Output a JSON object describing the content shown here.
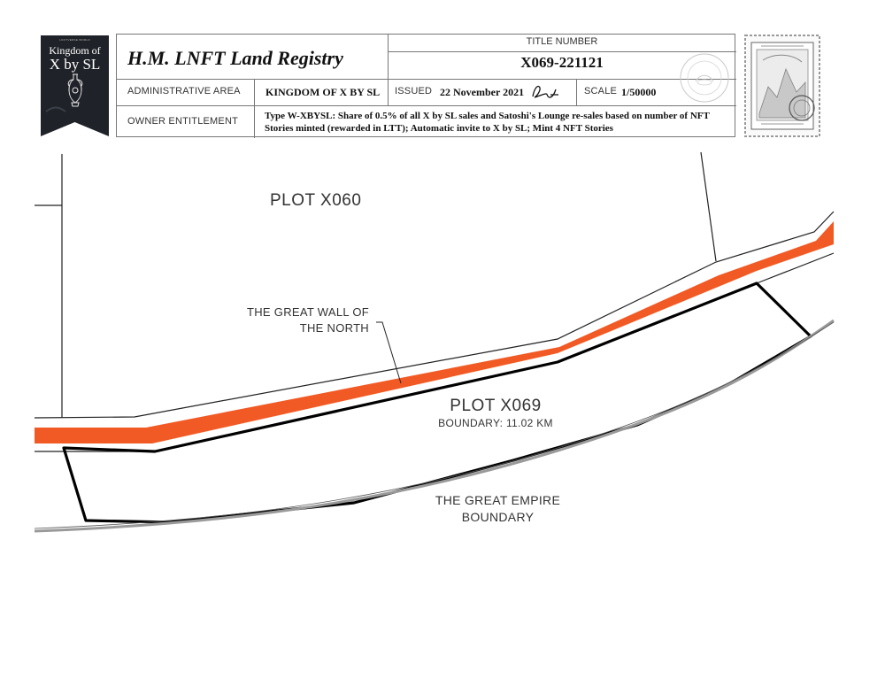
{
  "badge": {
    "small_text": "LOOTVERSE WORLD",
    "title_line1": "Kingdom of",
    "title_line2": "X by SL",
    "icon": "amphora-icon"
  },
  "header": {
    "registry_title": "H.M. LNFT Land Registry",
    "title_number_label": "TITLE NUMBER",
    "title_number": "X069-221121",
    "admin_area_label": "ADMINISTRATIVE AREA",
    "admin_area_value": "KINGDOM OF X BY SL",
    "issued_label": "ISSUED",
    "issued_value": "22 November 2021",
    "signature_icon": "signature-icon",
    "scale_label": "SCALE",
    "scale_value": "1/50000",
    "owner_label": "OWNER ENTITLEMENT",
    "owner_value": "Type W-XBYSL: Share of 0.5% of all X by SL sales and Satoshi's Lounge re-sales based on number of NFT Stories minted (rewarded in LTT); Automatic invite to X by SL; Mint 4 NFT Stories"
  },
  "stamp": {
    "icon": "postage-stamp-icon",
    "seal_icon": "registry-seal-icon"
  },
  "map": {
    "plot_north": "PLOT X060",
    "wall_line1": "THE GREAT WALL OF",
    "wall_line2": "THE NORTH",
    "plot_main": "PLOT X069",
    "boundary": "BOUNDARY: 11.02 KM",
    "empire_line1": "THE GREAT EMPIRE",
    "empire_line2": "BOUNDARY",
    "colors": {
      "wall": "#f15a24",
      "plot_outline": "#000000",
      "empire_shadow": "#999999"
    }
  }
}
